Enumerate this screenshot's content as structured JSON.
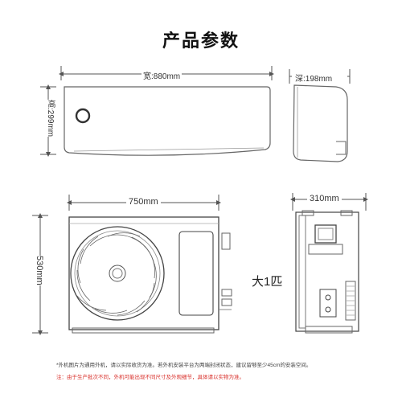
{
  "title": "产品参数",
  "indoor": {
    "width_label": "宽:880mm",
    "height_label": "高:299mm",
    "depth_label": "深:198mm"
  },
  "outdoor": {
    "width_label": "750mm",
    "height_label": "530mm",
    "depth_label": "310mm",
    "model_label": "大1匹"
  },
  "notes": {
    "note1": "*外机图片为通用外机，请以实际收货为准。若外机安装平台为两端封闭状态，建议留够至少45cm的安装空间。",
    "note2": "注：由于生产批次不同，外机可能出现不同尺寸及外观细节，具体请以实物为准。"
  },
  "colors": {
    "note_red": "#d9302b",
    "line": "#555555"
  }
}
